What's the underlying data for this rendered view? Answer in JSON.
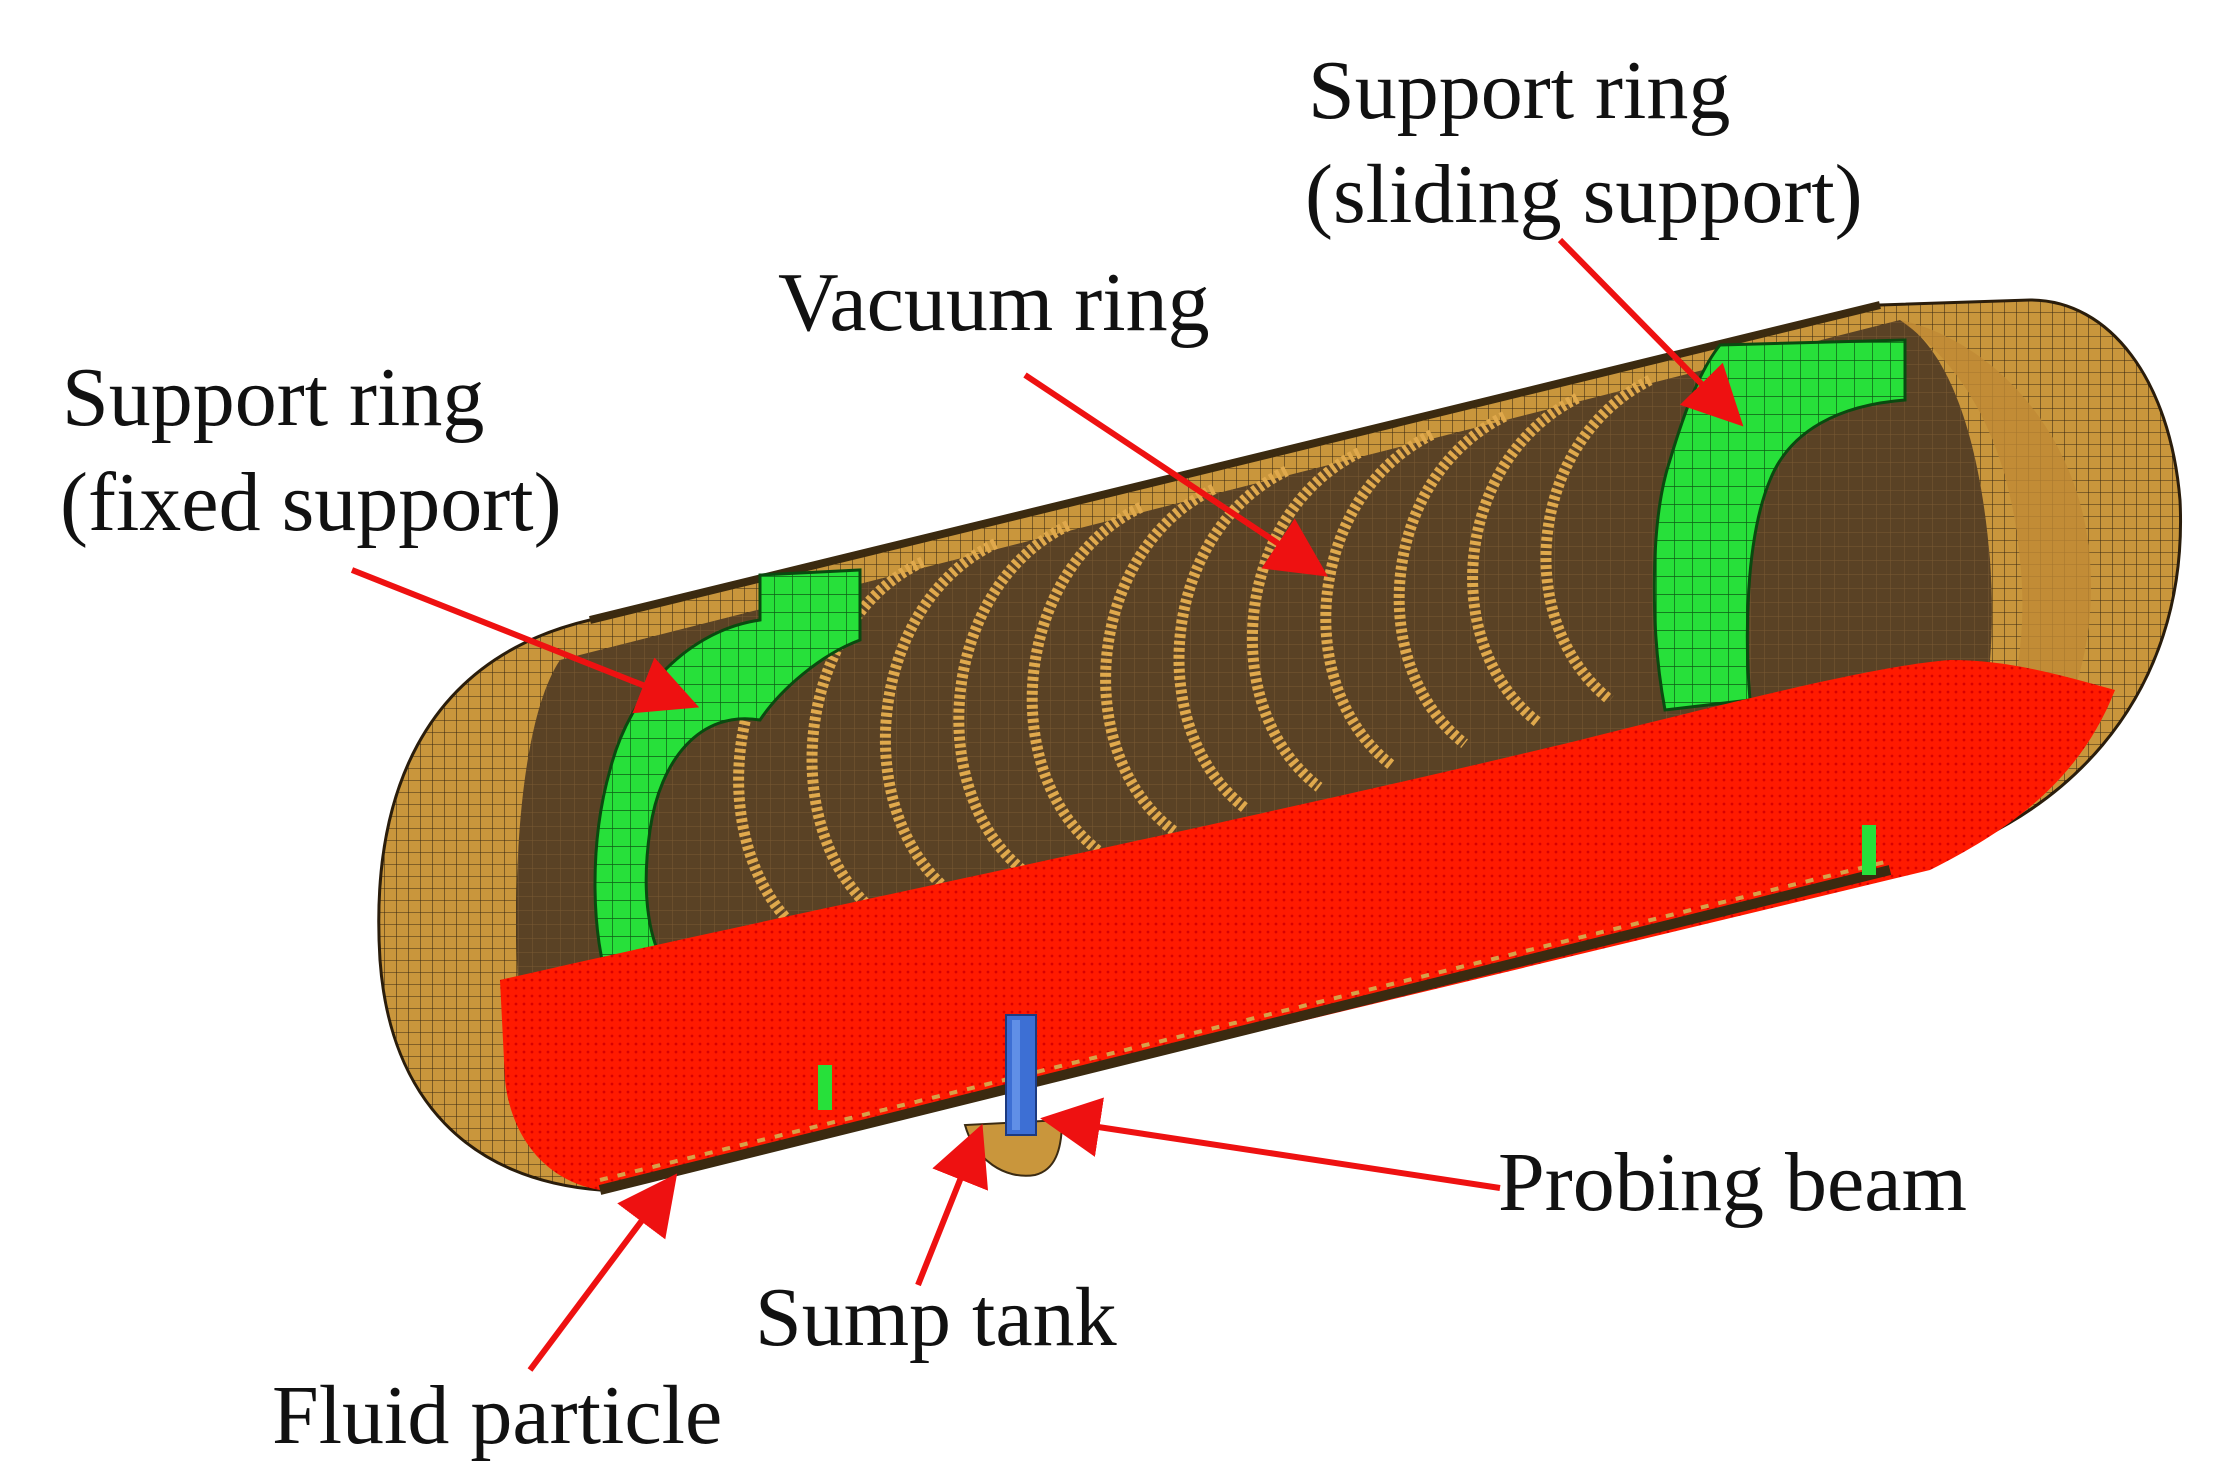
{
  "labels": {
    "support_ring_sliding_line1": "Support ring",
    "support_ring_sliding_line2": "(sliding support)",
    "vacuum_ring": "Vacuum ring",
    "support_ring_fixed_line1": "Support ring",
    "support_ring_fixed_line2": "(fixed support)",
    "probing_beam": "Probing beam",
    "sump_tank": "Sump tank",
    "fluid_particle": "Fluid particle"
  },
  "colors": {
    "tank_shell": "#c9963c",
    "tank_interior": "#5e4628",
    "mesh_line": "#2b1d0c",
    "vacuum_ring": "#e0a94c",
    "support_ring": "#22dd33",
    "fluid": "#ff1100",
    "probing_beam": "#3d6fd4",
    "arrow": "#ee1111"
  }
}
